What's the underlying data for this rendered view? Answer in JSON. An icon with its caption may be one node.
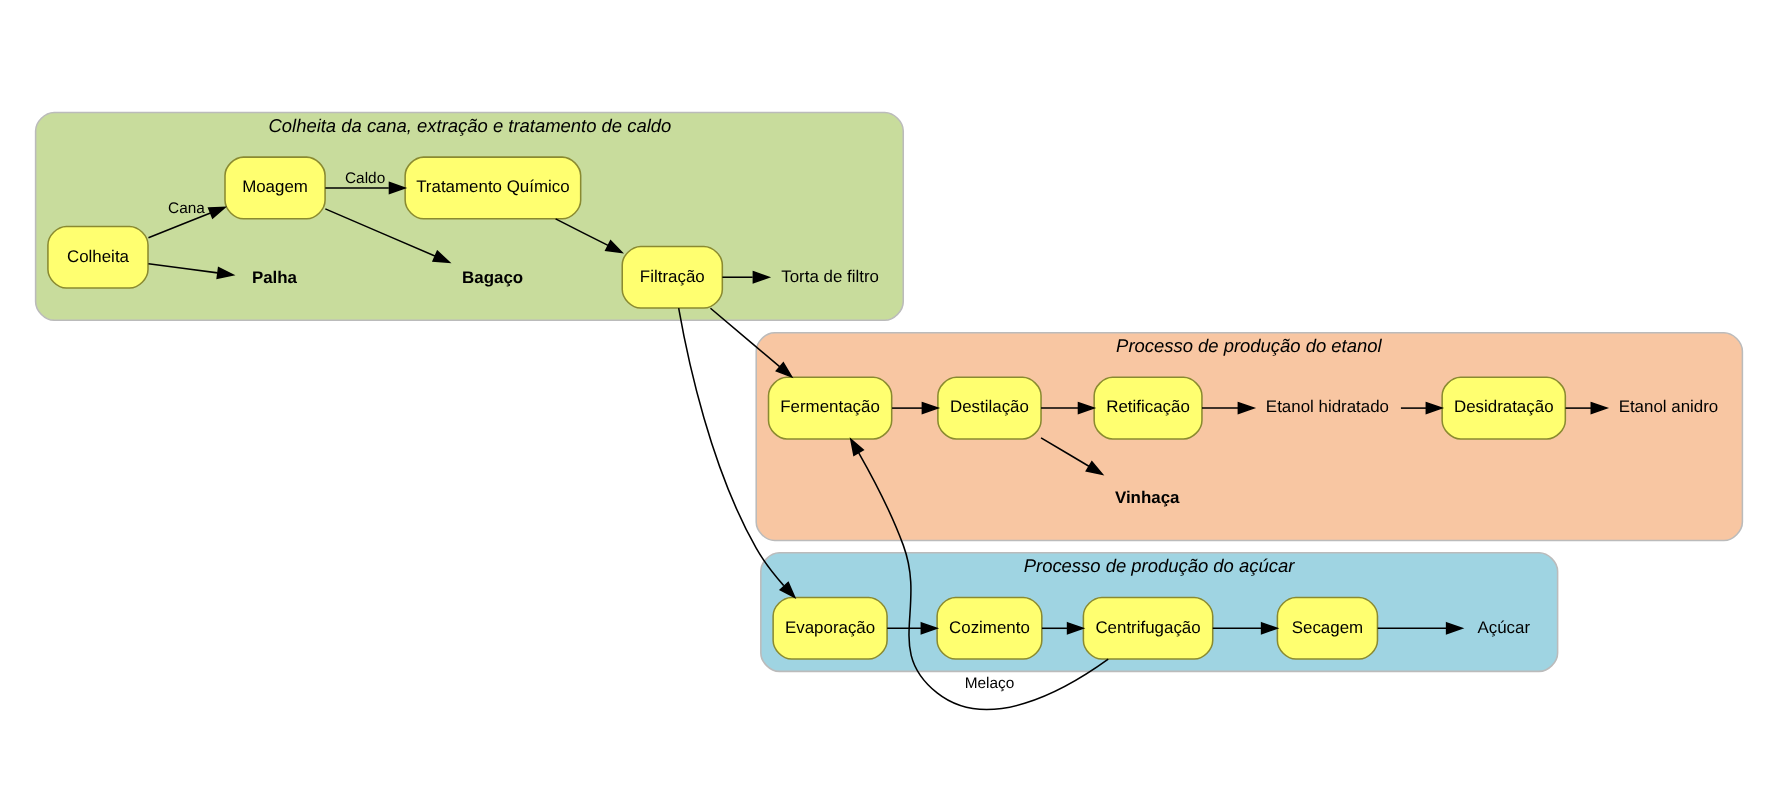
{
  "diagram": {
    "nodes": [
      {
        "text": [
          "Colheita da cana, extração e tratamento de caldo"
        ]
      },
      {
        "text": [
          "Colheita"
        ],
        "in": 0
      },
      {
        "text": [
          "Palha"
        ],
        "in": 0
      },
      {
        "text": [
          "Moagem"
        ],
        "in": 0
      },
      {
        "text": [
          "Bagaço"
        ],
        "in": 0
      },
      {
        "text": [
          "Tratamento Químico"
        ],
        "in": 0
      },
      {
        "text": [
          "Filtração"
        ],
        "in": 0
      },
      {
        "text": [
          "Torta de filtro"
        ],
        "in": 0
      },
      {
        "text": [
          "Processo de produção do etanol"
        ]
      },
      {
        "text": [
          "Fermentação"
        ],
        "in": 8
      },
      {
        "text": [
          "Destilação"
        ],
        "in": 8
      },
      {
        "text": [
          "Vinhaça"
        ],
        "in": 8
      },
      {
        "text": [
          "Retificação"
        ],
        "in": 8
      },
      {
        "text": [
          "Etanol hidratado"
        ],
        "in": 8
      },
      {
        "text": [
          "Desidratação"
        ],
        "in": 8
      },
      {
        "text": [
          "Etanol anidro"
        ],
        "in": 8
      },
      {
        "text": [
          "Processo de produção do açúcar"
        ]
      },
      {
        "text": [
          "Evaporação"
        ],
        "in": 16
      },
      {
        "text": [
          "Cozimento"
        ],
        "in": 16
      },
      {
        "text": [
          "Centrifugação"
        ],
        "in": 16
      },
      {
        "text": [
          "Secagem"
        ],
        "in": 16
      },
      {
        "text": [
          "Açúcar"
        ],
        "in": 16
      }
    ],
    "edges": [
      {
        "from": 1,
        "to": 2,
        "arrow": "to"
      },
      {
        "from": 1,
        "to": 3,
        "arrow": "to",
        "label": "Cana"
      },
      {
        "from": 3,
        "to": 4,
        "arrow": "to"
      },
      {
        "from": 3,
        "to": 5,
        "arrow": "to",
        "label": "Caldo"
      },
      {
        "from": 5,
        "to": 6,
        "arrow": "to"
      },
      {
        "from": 6,
        "to": 7,
        "arrow": "to"
      },
      {
        "from": 6,
        "to": 9,
        "arrow": "to"
      },
      {
        "from": 6,
        "to": 17,
        "arrow": "to"
      },
      {
        "from": 9,
        "to": 10,
        "arrow": "to"
      },
      {
        "from": 10,
        "to": 11,
        "arrow": "to"
      },
      {
        "from": 10,
        "to": 12,
        "arrow": "to"
      },
      {
        "from": 12,
        "to": 13,
        "arrow": "to"
      },
      {
        "from": 13,
        "to": 14,
        "arrow": "to"
      },
      {
        "from": 14,
        "to": 15,
        "arrow": "to"
      },
      {
        "from": 17,
        "to": 18,
        "arrow": "to"
      },
      {
        "from": 18,
        "to": 19,
        "arrow": "to"
      },
      {
        "from": 19,
        "to": 20,
        "arrow": "to"
      },
      {
        "from": 20,
        "to": 21,
        "arrow": "to"
      },
      {
        "from": 19,
        "to": 9,
        "arrow": "to",
        "label": "Melaço"
      }
    ]
  }
}
